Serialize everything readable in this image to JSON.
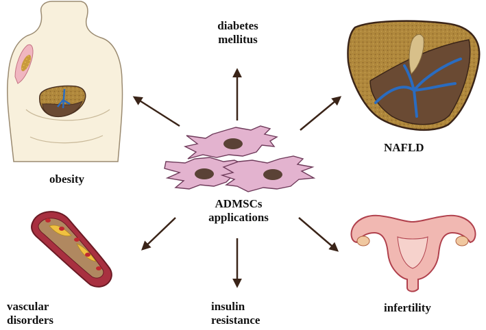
{
  "center": {
    "line1": "ADMSCs",
    "line2": "applications"
  },
  "labels": {
    "diabetes_line1": "diabetes",
    "diabetes_line2": "mellitus",
    "obesity": "obesity",
    "nafld": "NAFLD",
    "vascular_line1": "vascular",
    "vascular_line2": "disorders",
    "insulin_line1": "insulin",
    "insulin_line2": "resistance",
    "infertility": "infertility"
  },
  "icons": {
    "cells": "adipose-mesenchymal-stem-cells-icon",
    "obesity": "obese-body-with-liver-icon",
    "liver": "fatty-liver-icon",
    "vessel": "blood-vessel-plaque-icon",
    "uterus": "uterus-icon"
  },
  "colors": {
    "arrow": "#3a2418",
    "cell_fill": "#e3b3cf",
    "cell_outline": "#6e3a5a",
    "nucleus": "#5a4236",
    "liver_fat": "#b0883c",
    "liver_lower": "#6a4a33",
    "vein_blue": "#2a6cc0",
    "body_fill": "#f8f0dc",
    "uterus_fill": "#f1b8b2",
    "uterus_outline": "#b0404c"
  }
}
